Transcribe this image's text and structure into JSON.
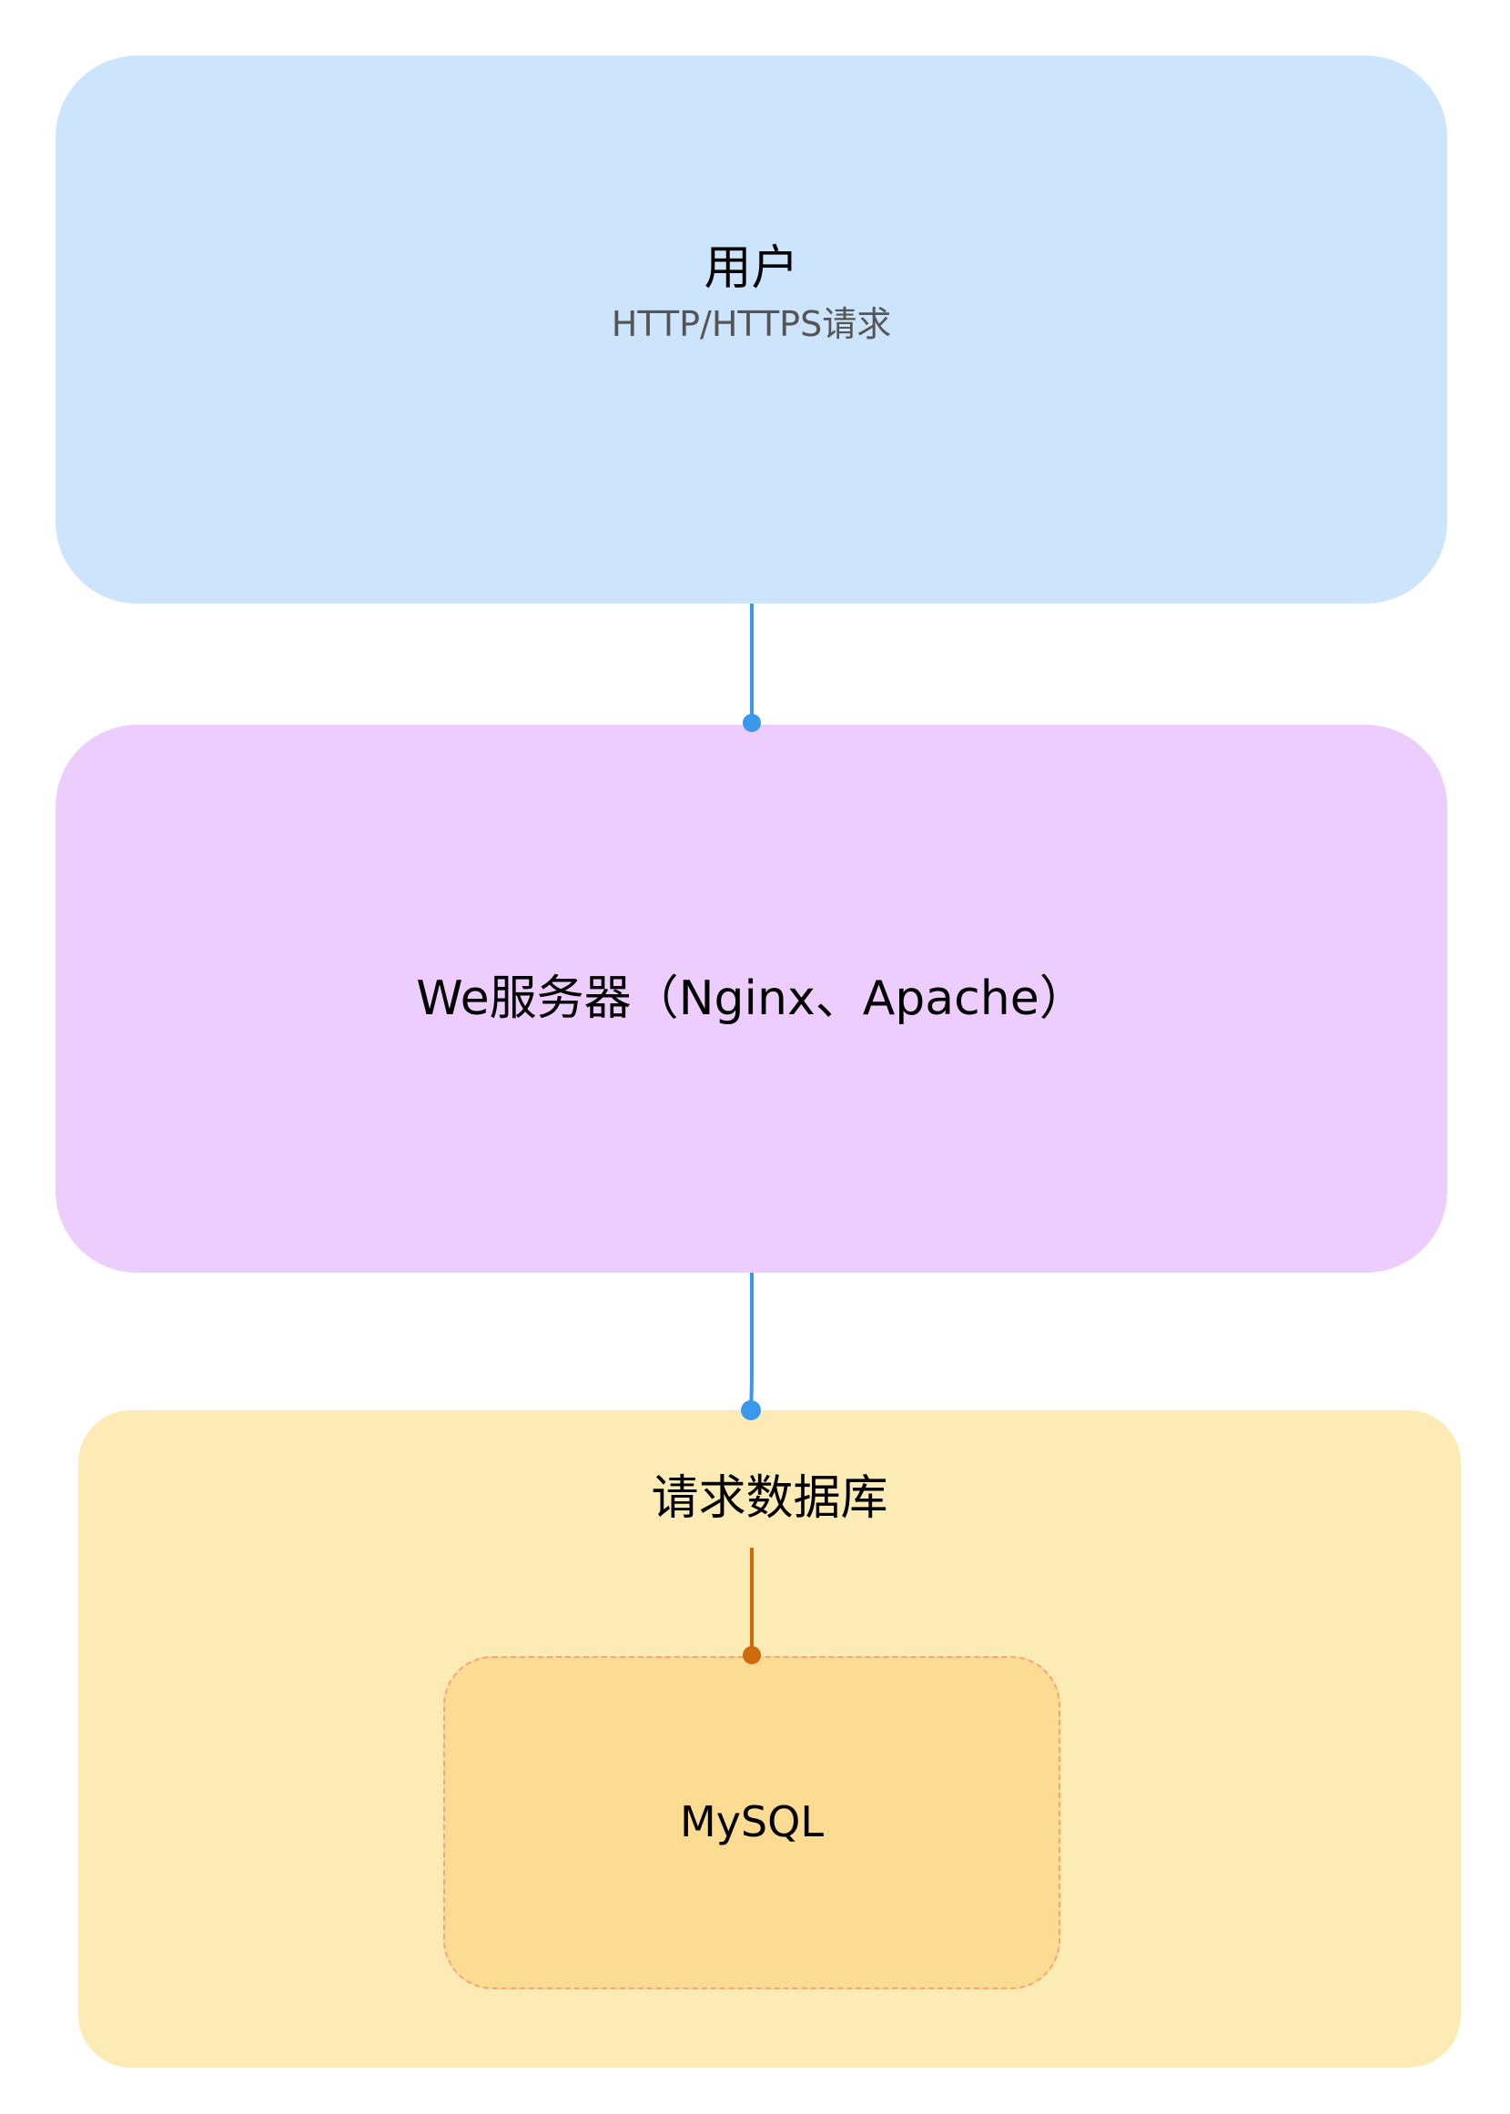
{
  "colors": {
    "user_fill": "#cce4fc",
    "web_fill": "#eccdfd",
    "db_group_fill": "#fdebb6",
    "mysql_fill": "#fcdb92",
    "mysql_border": "#f4a57a",
    "edge_blue": "#3a98ec",
    "edge_orange": "#cf6a0d"
  },
  "nodes": {
    "user": {
      "title": "用户",
      "subtitle": "HTTP/HTTPS请求"
    },
    "web": {
      "title": "We服务器（Nginx、Apache）"
    },
    "db_group": {
      "title": "请求数据库"
    },
    "mysql": {
      "title": "MySQL"
    }
  }
}
